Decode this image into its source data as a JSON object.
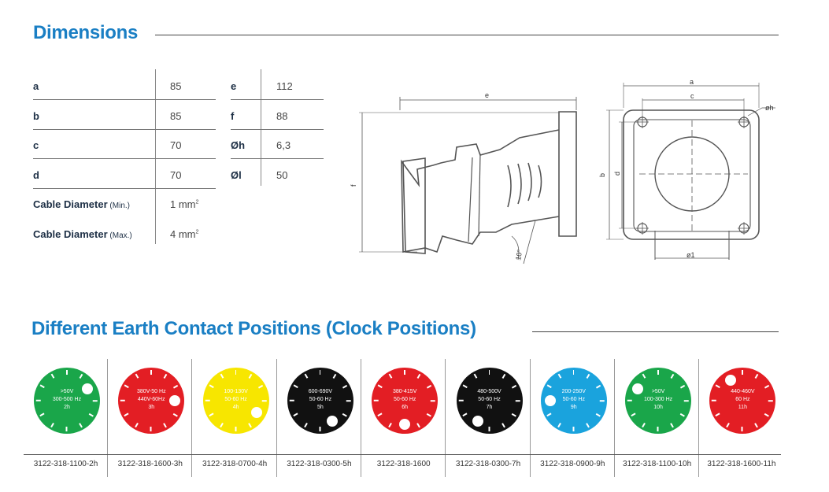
{
  "sections": {
    "dimensions_title": "Dimensions",
    "clock_title": "Different Earth Contact Positions (Clock Positions)"
  },
  "dimensions": {
    "left": [
      {
        "key": "a",
        "unit_note": "",
        "value": "85",
        "sup": ""
      },
      {
        "key": "b",
        "unit_note": "",
        "value": "85",
        "sup": ""
      },
      {
        "key": "c",
        "unit_note": "",
        "value": "70",
        "sup": ""
      },
      {
        "key": "d",
        "unit_note": "",
        "value": "70",
        "sup": ""
      },
      {
        "key": "Cable Diameter",
        "unit_note": "(Min.)",
        "value": "1 mm",
        "sup": "2"
      },
      {
        "key": "Cable Diameter",
        "unit_note": "(Max.)",
        "value": "4 mm",
        "sup": "2"
      }
    ],
    "right": [
      {
        "key": "e",
        "value": "112"
      },
      {
        "key": "f",
        "value": "88"
      },
      {
        "key": "Øh",
        "value": "6,3"
      },
      {
        "key": "Øl",
        "value": "50"
      }
    ]
  },
  "drawing_labels": {
    "e": "e",
    "f": "f",
    "angle": "10°",
    "a": "a",
    "c": "c",
    "b": "b",
    "d": "d",
    "h": "øh",
    "l": "ø1"
  },
  "clock_positions": [
    {
      "color": "#1aa64a",
      "lines": [
        ">50V",
        "300-500 Hz",
        "2h"
      ],
      "hour": 2,
      "code": "3122-318-1100-2h"
    },
    {
      "color": "#e31e24",
      "lines": [
        "380V-50 Hz",
        "440V-60Hz",
        "3h"
      ],
      "hour": 3,
      "code": "3122-318-1600-3h"
    },
    {
      "color": "#f7e600",
      "lines": [
        "100-130V",
        "50-60 Hz",
        "4h"
      ],
      "hour": 4,
      "code": "3122-318-0700-4h"
    },
    {
      "color": "#111111",
      "lines": [
        "600-690V",
        "50-60 Hz",
        "5h"
      ],
      "hour": 5,
      "code": "3122-318-0300-5h"
    },
    {
      "color": "#e31e24",
      "lines": [
        "380-415V",
        "50-60 Hz",
        "6h"
      ],
      "hour": 6,
      "code": "3122-318-1600"
    },
    {
      "color": "#111111",
      "lines": [
        "480-500V",
        "50-60 Hz",
        "7h"
      ],
      "hour": 7,
      "code": "3122-318-0300-7h"
    },
    {
      "color": "#1aa3dd",
      "lines": [
        "200-250V",
        "50-60 Hz",
        "9h"
      ],
      "hour": 9,
      "code": "3122-318-0900-9h"
    },
    {
      "color": "#1aa64a",
      "lines": [
        ">50V",
        "100-300 Hz",
        "10h"
      ],
      "hour": 10,
      "code": "3122-318-1100-10h"
    },
    {
      "color": "#e31e24",
      "lines": [
        "440-460V",
        "60 Hz",
        "11h"
      ],
      "hour": 11,
      "code": "3122-318-1600-11h"
    }
  ]
}
